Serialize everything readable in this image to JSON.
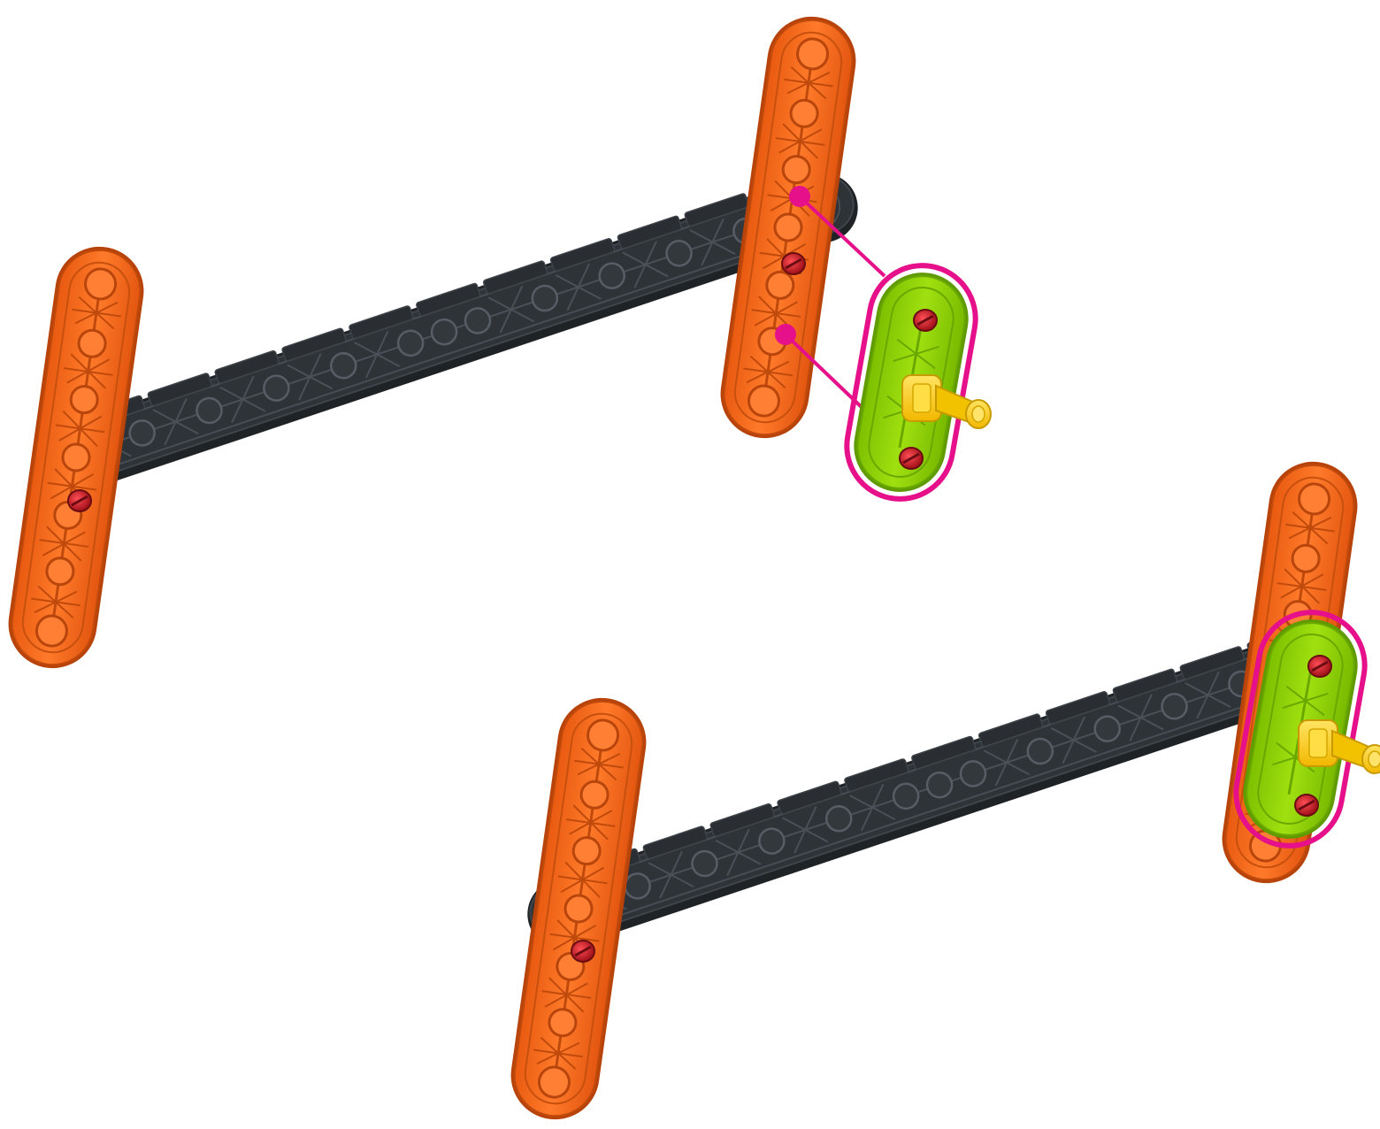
{
  "colors": {
    "background": "#ffffff",
    "beam_dark": "#2b2f33",
    "beam_dark_mid": "#3b4046",
    "beam_groove": "#4e545b",
    "orange": "#ff6a1a",
    "orange_dark": "#d8540e",
    "orange_deep": "#b8430a",
    "green": "#8fd400",
    "green_dark": "#5e9a00",
    "yellow": "#ffd21f",
    "yellow_dark": "#d9a400",
    "pin_red": "#d9262f",
    "pin_red_dark": "#8e1218",
    "highlight_magenta": "#e6118a"
  },
  "diagram": {
    "kind": "assembly-step",
    "assemblies": [
      {
        "id": "before",
        "state": "green beam about to attach to right orange beam"
      },
      {
        "id": "after",
        "state": "green beam attached to right orange beam"
      }
    ],
    "part_icons": [
      "orange-beam-icon",
      "black-beam-icon",
      "green-beam-icon",
      "yellow-shaft-icon",
      "red-pin-icon"
    ]
  }
}
